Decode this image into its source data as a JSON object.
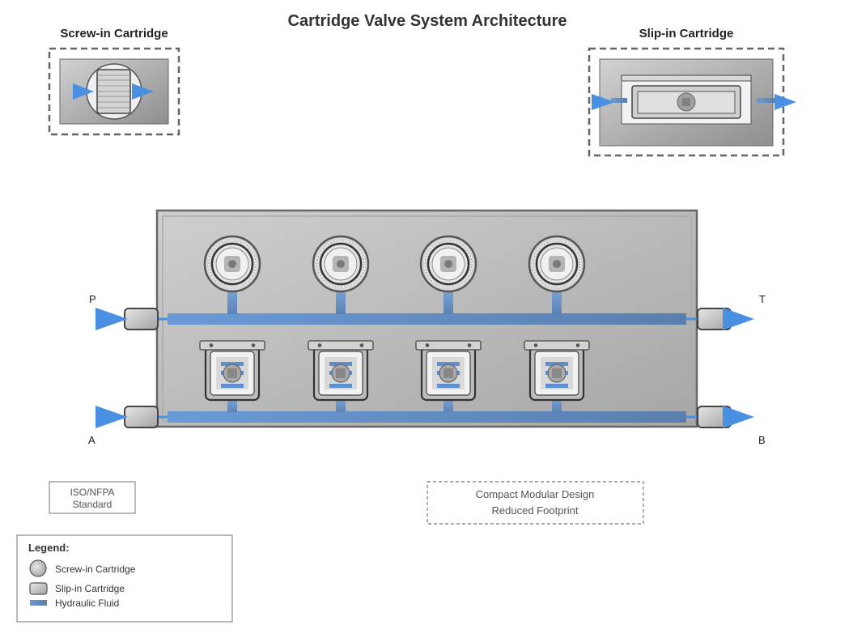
{
  "title": "Cartridge Valve System Architecture",
  "detail_views": {
    "screw_in": {
      "label": "Screw-in Cartridge"
    },
    "slip_in": {
      "label": "Slip-in Cartridge"
    }
  },
  "manifold": {
    "screw_in_cartridge_count": 4,
    "slip_in_cartridge_count": 4,
    "ports": {
      "p": "P",
      "a": "A",
      "t": "T",
      "b": "B"
    }
  },
  "notes": {
    "standard": [
      "ISO/NFPA",
      "Standard"
    ],
    "design": [
      "Compact Modular Design",
      "Reduced Footprint"
    ]
  },
  "legend": {
    "title": "Legend:",
    "items": [
      {
        "symbol": "circle",
        "label": "Screw-in Cartridge"
      },
      {
        "symbol": "rounded-rect",
        "label": "Slip-in Cartridge"
      },
      {
        "symbol": "bar",
        "label": "Hydraulic Fluid"
      }
    ]
  },
  "colors": {
    "fluid": "#5b8fd0",
    "arrow": "#4a90e2",
    "manifold": "#b8b8b8",
    "outline": "#444444"
  }
}
